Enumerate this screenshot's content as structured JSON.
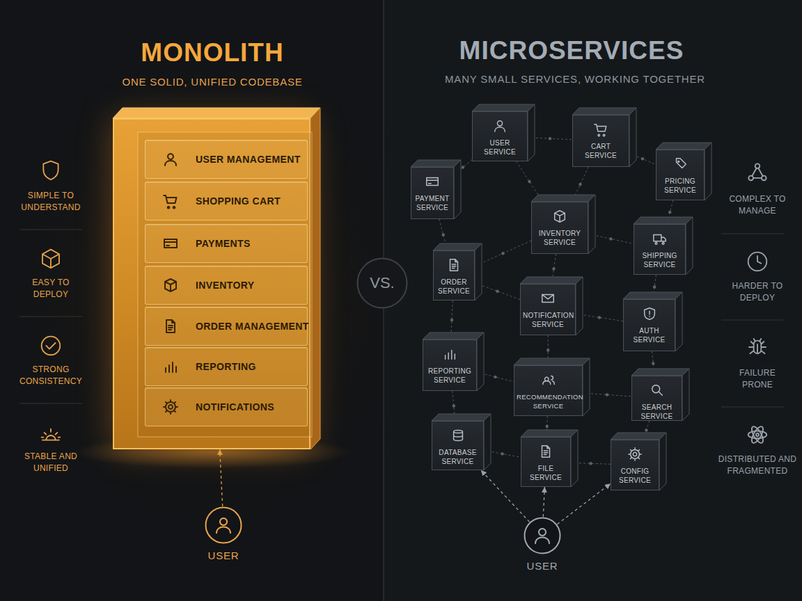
{
  "diagram": {
    "nodes": [
      {
        "text": [
          "MONOLITH",
          "ONE SOLID, UNIFIED CODEBASE"
        ]
      },
      {
        "text": [
          "USER MANAGEMENT"
        ],
        "in": 0
      },
      {
        "text": [
          "SHOPPING CART"
        ],
        "in": 0
      },
      {
        "text": [
          "PAYMENTS"
        ],
        "in": 0
      },
      {
        "text": [
          "INVENTORY"
        ],
        "in": 0
      },
      {
        "text": [
          "ORDER MANAGEMENT"
        ],
        "in": 0
      },
      {
        "text": [
          "REPORTING"
        ],
        "in": 0
      },
      {
        "text": [
          "NOTIFICATIONS"
        ],
        "in": 0
      },
      {
        "text": [
          "USER"
        ]
      },
      {
        "text": [
          "VS."
        ]
      },
      {
        "text": [
          "USER SERVICE"
        ]
      },
      {
        "text": [
          "CART SERVICE"
        ]
      },
      {
        "text": [
          "PRICING SERVICE"
        ]
      },
      {
        "text": [
          "PAYMENT SERVICE"
        ]
      },
      {
        "text": [
          "INVENTORY SERVICE"
        ]
      },
      {
        "text": [
          "SHIPPING SERVICE"
        ]
      },
      {
        "text": [
          "ORDER SERVICE"
        ]
      },
      {
        "text": [
          "NOTIFICATION SERVICE"
        ]
      },
      {
        "text": [
          "AUTH SERVICE"
        ]
      },
      {
        "text": [
          "REPORTING SERVICE"
        ]
      },
      {
        "text": [
          "RECOMMENDATION SERVICE"
        ]
      },
      {
        "text": [
          "SEARCH SERVICE"
        ]
      },
      {
        "text": [
          "DATABASE SERVICE"
        ]
      },
      {
        "text": [
          "FILE SERVICE"
        ]
      },
      {
        "text": [
          "CONFIG SERVICE"
        ]
      },
      {
        "text": [
          "USER"
        ]
      }
    ],
    "edges": [
      {
        "from": 8,
        "to": 0,
        "arrow": "to"
      },
      {
        "from": 25,
        "to": 22,
        "arrow": "to"
      },
      {
        "from": 25,
        "to": 23,
        "arrow": "to"
      },
      {
        "from": 25,
        "to": 24,
        "arrow": "to"
      },
      {
        "from": 10,
        "to": 11,
        "arrow": "none"
      },
      {
        "from": 10,
        "to": 13,
        "arrow": "none"
      },
      {
        "from": 10,
        "to": 14,
        "arrow": "none"
      },
      {
        "from": 11,
        "to": 12,
        "arrow": "none"
      },
      {
        "from": 11,
        "to": 14,
        "arrow": "none"
      },
      {
        "from": 12,
        "to": 15,
        "arrow": "none"
      },
      {
        "from": 13,
        "to": 16,
        "arrow": "none"
      },
      {
        "from": 14,
        "to": 16,
        "arrow": "none"
      },
      {
        "from": 14,
        "to": 17,
        "arrow": "none"
      },
      {
        "from": 14,
        "to": 15,
        "arrow": "none"
      },
      {
        "from": 15,
        "to": 18,
        "arrow": "none"
      },
      {
        "from": 16,
        "to": 17,
        "arrow": "none"
      },
      {
        "from": 16,
        "to": 19,
        "arrow": "none"
      },
      {
        "from": 17,
        "to": 18,
        "arrow": "none"
      },
      {
        "from": 17,
        "to": 20,
        "arrow": "none"
      },
      {
        "from": 19,
        "to": 20,
        "arrow": "none"
      },
      {
        "from": 20,
        "to": 21,
        "arrow": "none"
      },
      {
        "from": 18,
        "to": 21,
        "arrow": "none"
      },
      {
        "from": 19,
        "to": 22,
        "arrow": "none"
      },
      {
        "from": 20,
        "to": 23,
        "arrow": "none"
      },
      {
        "from": 21,
        "to": 24,
        "arrow": "none"
      },
      {
        "from": 22,
        "to": 23,
        "arrow": "none"
      },
      {
        "from": 23,
        "to": 24,
        "arrow": "none"
      }
    ],
    "labels": [
      "MICROSERVICES",
      "MANY SMALL SERVICES, WORKING TOGETHER",
      "SIMPLE TO UNDERSTAND",
      "EASY TO DEPLOY",
      "STRONG CONSISTENCY",
      "STABLE AND UNIFIED",
      "COMPLEX TO MANAGE",
      "HARDER TO DEPLOY",
      "FAILURE PRONE",
      "DISTRIBUTED AND FRAGMENTED"
    ]
  }
}
